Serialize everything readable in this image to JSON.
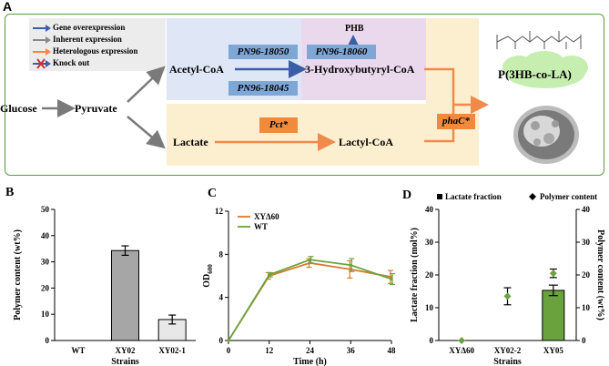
{
  "panel_a": {
    "letter": "A",
    "legend": [
      {
        "label": "Gene overexpression",
        "color": "#3b5ea8",
        "marker": "arrow"
      },
      {
        "label": "Inherent expression",
        "color": "#8a8a8a",
        "marker": "arrow"
      },
      {
        "label": "Heterologous expression",
        "color": "#f08a4b",
        "marker": "arrow"
      },
      {
        "label": "Knock out",
        "color": "#d32f2f",
        "marker": "cross"
      }
    ],
    "metabolites": {
      "glucose": "Glucose",
      "pyruvate": "Pyruvate",
      "acetyl_coa": "Acetyl-CoA",
      "hydroxybutyryl_coa": "3-Hydroxybutyryl-CoA",
      "phb": "PHB",
      "lactate": "Lactate",
      "lactyl_coa": "Lactyl-CoA",
      "product": "P(3HB-co-LA)"
    },
    "genes": {
      "g18050": "PN96-18050",
      "g18045": "PN96-18045",
      "g18060": "PN96-18060",
      "pct": "Pct*",
      "phac": "phaC*"
    },
    "colors": {
      "frame": "#5e9a3a",
      "gene_box": "#7fa7d6",
      "orange_box": "#f08a3c",
      "product_cloud": "#c6eeb0"
    }
  },
  "chart_data": [
    {
      "panel": "B",
      "type": "bar",
      "categories": [
        "WT",
        "XY02",
        "XY02-1"
      ],
      "values": [
        0,
        34.3,
        8.0
      ],
      "errors": [
        0,
        1.8,
        1.7
      ],
      "bar_colors": [
        "#ffffff",
        "#a6a6a6",
        "#e8e8e8"
      ],
      "xlabel": "Strains",
      "ylabel": "Polymer content (wt%)",
      "ylim": [
        0,
        50
      ],
      "yticks": [
        0,
        10,
        20,
        30,
        40,
        50
      ]
    },
    {
      "panel": "C",
      "type": "line",
      "x": [
        0,
        12,
        24,
        36,
        48
      ],
      "series": [
        {
          "name": "XYΔ60",
          "color": "#d97a2b",
          "values": [
            0,
            6.0,
            7.2,
            6.6,
            5.9
          ],
          "errors": [
            0,
            0.3,
            0.4,
            0.8,
            0.6
          ]
        },
        {
          "name": "WT",
          "color": "#6aa33e",
          "values": [
            0,
            6.1,
            7.5,
            7.0,
            5.7
          ],
          "errors": [
            0,
            0.2,
            0.3,
            0.6,
            0.5
          ]
        }
      ],
      "xlabel": "Time (h)",
      "ylabel": "OD600",
      "ylabel_main": "OD",
      "ylabel_sub": "600",
      "xlim": [
        0,
        48
      ],
      "ylim": [
        0,
        12
      ],
      "xticks": [
        0,
        12,
        24,
        36,
        48
      ],
      "yticks": [
        0,
        4,
        8,
        12
      ],
      "legend": "top-left"
    },
    {
      "panel": "D",
      "type": "bar",
      "categories": [
        "XYΔ60",
        "XY02-2",
        "XY05"
      ],
      "series": [
        {
          "name": "Lactate fraction",
          "axis": "left",
          "kind": "bar",
          "color": "#6aa33e",
          "values": [
            0,
            0,
            15.3
          ],
          "errors": [
            0,
            0,
            1.6
          ]
        },
        {
          "name": "Polymer content",
          "axis": "right",
          "kind": "point",
          "color": "#6aa33e",
          "values": [
            0,
            13.5,
            20.5
          ],
          "errors": [
            0,
            2.6,
            1.3
          ]
        }
      ],
      "xlabel": "Strains",
      "ylabel": "Lactate fraction (mol%)",
      "ylabel_right": "Polymer content (wt%)",
      "ylim": [
        0,
        40
      ],
      "ylim_right": [
        0,
        40
      ],
      "yticks": [
        0,
        10,
        20,
        30,
        40
      ],
      "legend": "top"
    }
  ]
}
